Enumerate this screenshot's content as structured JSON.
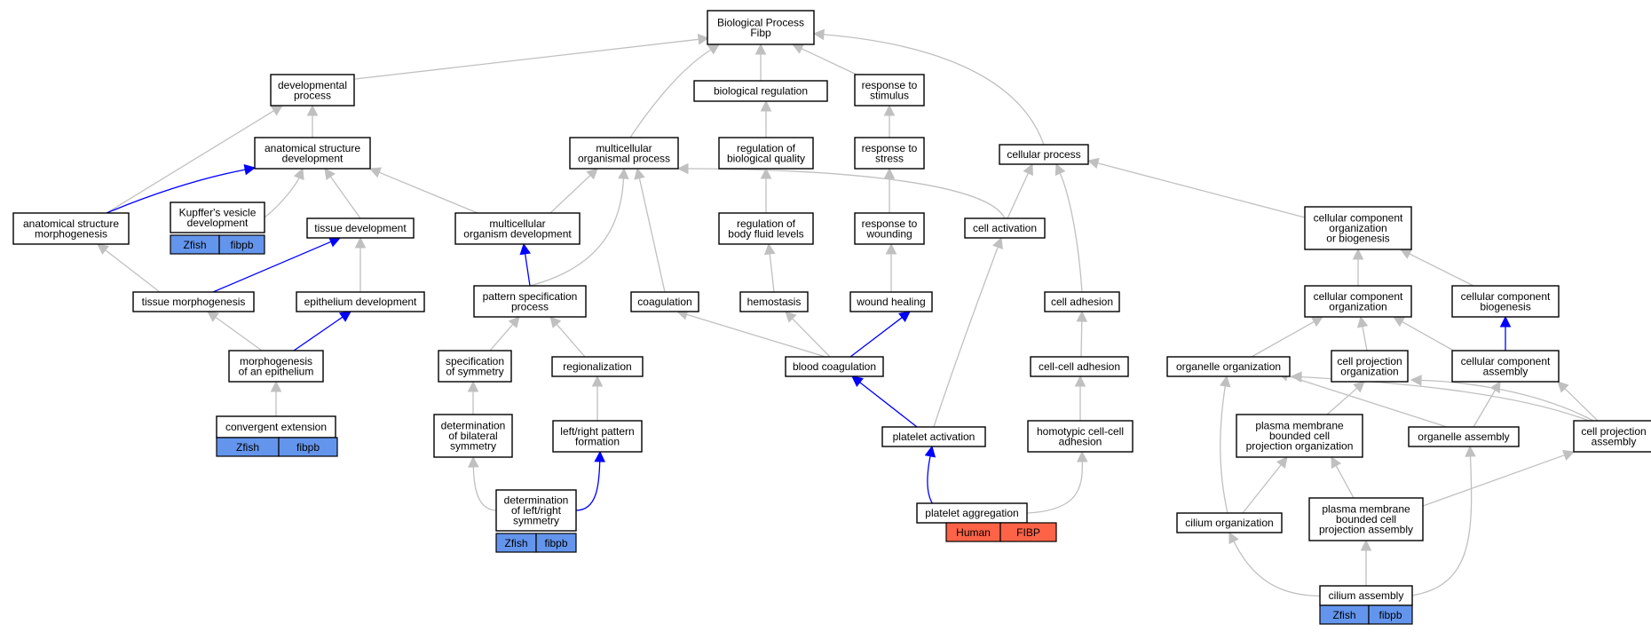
{
  "graph": {
    "colors": {
      "node_border": "#000000",
      "edge_default": "#c0c0c0",
      "edge_highlight": "#0000ff",
      "tag_zfish": "#6495ed",
      "tag_human": "#ff6347"
    },
    "nodes": {
      "bp": [
        "Biological Process",
        "Fibp"
      ],
      "dev": [
        "developmental",
        "process"
      ],
      "breg": [
        "biological regulation"
      ],
      "rstim": [
        "response to",
        "stimulus"
      ],
      "asd": [
        "anatomical structure",
        "development"
      ],
      "mop": [
        "multicellular",
        "organismal process"
      ],
      "rbq": [
        "regulation of",
        "biological quality"
      ],
      "rstress": [
        "response to",
        "stress"
      ],
      "cp": [
        "cellular process"
      ],
      "asm": [
        "anatomical structure",
        "morphogenesis"
      ],
      "kvd": [
        "Kupffer's vesicle",
        "development"
      ],
      "td": [
        "tissue development"
      ],
      "mod": [
        "multicellular",
        "organism development"
      ],
      "rbfl": [
        "regulation of",
        "body fluid levels"
      ],
      "rw": [
        "response to",
        "wounding"
      ],
      "ca": [
        "cell activation"
      ],
      "ccob": [
        "cellular component",
        "organization",
        "or biogenesis"
      ],
      "tm": [
        "tissue morphogenesis"
      ],
      "ed": [
        "epithelium development"
      ],
      "psp": [
        "pattern specification",
        "process"
      ],
      "coag": [
        "coagulation"
      ],
      "hemo": [
        "hemostasis"
      ],
      "wh": [
        "wound healing"
      ],
      "cadh": [
        "cell adhesion"
      ],
      "cco": [
        "cellular component",
        "organization"
      ],
      "ccb": [
        "cellular component",
        "biogenesis"
      ],
      "moe": [
        "morphogenesis",
        "of an epithelium"
      ],
      "sos": [
        "specification",
        "of symmetry"
      ],
      "reg": [
        "regionalization"
      ],
      "bc": [
        "blood coagulation"
      ],
      "ccadh": [
        "cell-cell adhesion"
      ],
      "oo": [
        "organelle organization"
      ],
      "cpo": [
        "cell projection",
        "organization"
      ],
      "cca": [
        "cellular component",
        "assembly"
      ],
      "ce": [
        "convergent extension"
      ],
      "dbs": [
        "determination",
        "of bilateral",
        "symmetry"
      ],
      "lrpf": [
        "left/right pattern",
        "formation"
      ],
      "pa": [
        "platelet activation"
      ],
      "hcca": [
        "homotypic cell-cell",
        "adhesion"
      ],
      "pmbcpo": [
        "plasma membrane",
        "bounded cell",
        "projection organization"
      ],
      "oa": [
        "organelle assembly"
      ],
      "cpa": [
        "cell projection",
        "assembly"
      ],
      "dlrs": [
        "determination",
        "of left/right",
        "symmetry"
      ],
      "pagg": [
        "platelet aggregation"
      ],
      "co": [
        "cilium organization"
      ],
      "pmbcpa": [
        "plasma membrane",
        "bounded cell",
        "projection assembly"
      ],
      "cass": [
        "cilium assembly"
      ]
    },
    "tags": {
      "kvd": [
        "Zfish",
        "fibpb"
      ],
      "ce": [
        "Zfish",
        "fibpb"
      ],
      "dlrs": [
        "Zfish",
        "fibpb"
      ],
      "pagg": [
        "Human",
        "FIBP"
      ],
      "cass": [
        "Zfish",
        "fibpb"
      ]
    }
  }
}
